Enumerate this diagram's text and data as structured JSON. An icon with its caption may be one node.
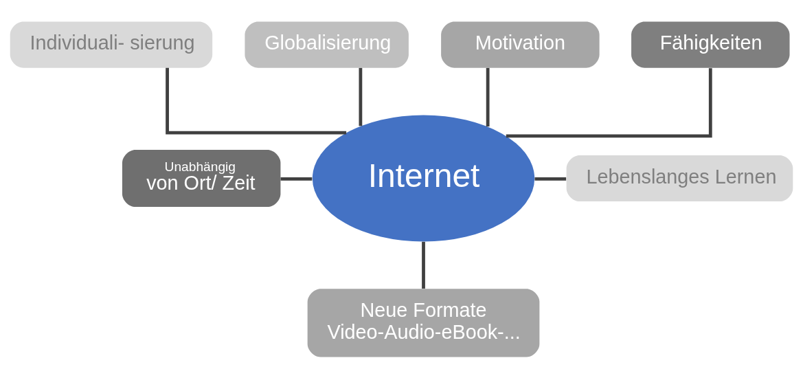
{
  "diagram": {
    "nodes": [
      {
        "text": [
          "Individuali- sierung"
        ]
      },
      {
        "text": [
          "Globalisierung"
        ]
      },
      {
        "text": [
          "Motivation"
        ]
      },
      {
        "text": [
          "Fähigkeiten"
        ]
      },
      {
        "text": [
          "Unabhängig",
          "von Ort/ Zeit"
        ]
      },
      {
        "text": [
          "Internet"
        ]
      },
      {
        "text": [
          "Lebenslanges Lernen"
        ]
      },
      {
        "text": [
          "Neue Formate",
          "Video-Audio-eBook-..."
        ]
      }
    ],
    "edges": [
      {
        "from": 0,
        "to": 5,
        "arrow": "none"
      },
      {
        "from": 1,
        "to": 5,
        "arrow": "none"
      },
      {
        "from": 2,
        "to": 5,
        "arrow": "none"
      },
      {
        "from": 3,
        "to": 5,
        "arrow": "none"
      },
      {
        "from": 4,
        "to": 5,
        "arrow": "none"
      },
      {
        "from": 5,
        "to": 6,
        "arrow": "none"
      },
      {
        "from": 5,
        "to": 7,
        "arrow": "none"
      }
    ]
  }
}
